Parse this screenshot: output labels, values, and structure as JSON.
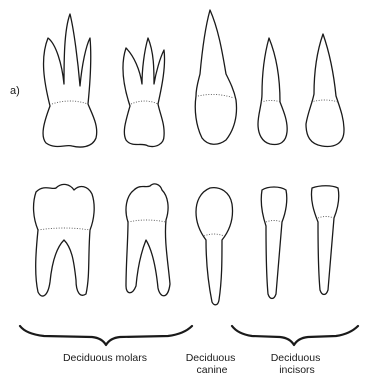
{
  "figure": {
    "panel_label": "a)",
    "groups": [
      {
        "id": "molars",
        "label_lines": [
          "Deciduous molars"
        ]
      },
      {
        "id": "canine",
        "label_lines": [
          "Deciduous",
          "canine"
        ]
      },
      {
        "id": "incisors",
        "label_lines": [
          "Deciduous",
          "incisors"
        ]
      }
    ]
  }
}
